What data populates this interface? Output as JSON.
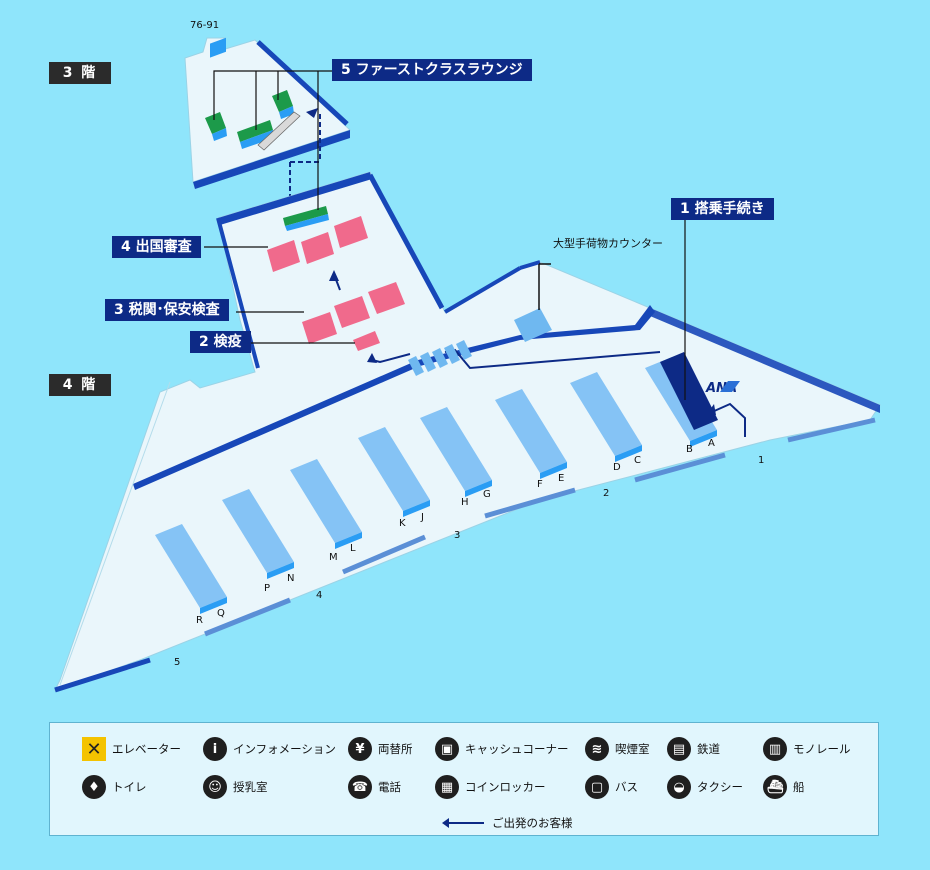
{
  "floors": {
    "f3": "3 階",
    "f4": "4 階"
  },
  "gate_label_top": "76-91",
  "callouts": {
    "c1": "1 搭乗手続き",
    "c2": "2 検疫",
    "c3": "3 税関･保安検査",
    "c4": "4 出国審査",
    "c5": "5 ファーストクラスラウンジ"
  },
  "baggage_counter": "大型手荷物カウンター",
  "airline_logo": "ANA",
  "counters": [
    "A",
    "B",
    "C",
    "D",
    "E",
    "F",
    "G",
    "H",
    "J",
    "K",
    "L",
    "M",
    "N",
    "P",
    "Q",
    "R"
  ],
  "entrances": [
    "1",
    "2",
    "3",
    "4",
    "5"
  ],
  "legend": {
    "elevator": "エレベーター",
    "info": "インフォメーション",
    "exchange": "両替所",
    "cash": "キャッシュコーナー",
    "smoking": "喫煙室",
    "rail": "鉄道",
    "monorail": "モノレール",
    "toilet": "トイレ",
    "nursing": "授乳室",
    "phone": "電話",
    "locker": "コインロッカー",
    "bus": "バス",
    "taxi": "タクシー",
    "ship": "船",
    "route": "ご出発のお客様"
  },
  "colors": {
    "floor": "#eaf6fb",
    "edge": "#1747b8",
    "counter": "#85c3f5",
    "pink": "#f06a8c",
    "green": "#1c9a4a",
    "callout": "#0d2a86"
  }
}
